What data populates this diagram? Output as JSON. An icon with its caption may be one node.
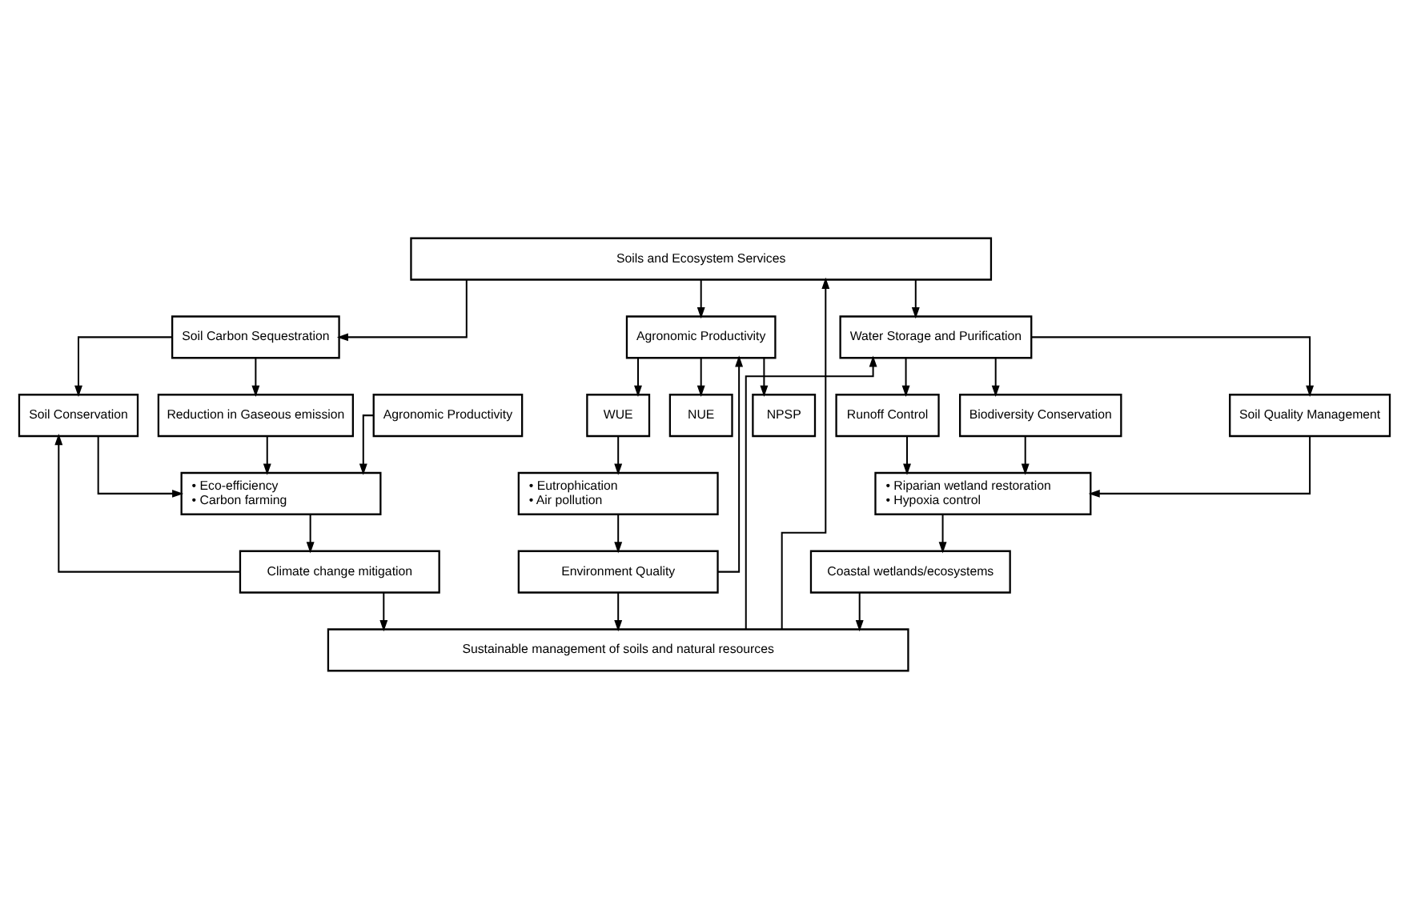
{
  "diagram": {
    "nodes": [
      {
        "text": [
          "Soils and Ecosystem Services"
        ]
      },
      {
        "text": [
          "Agronomic Productivity"
        ]
      },
      {
        "text": [
          "Soil Carbon Sequestration"
        ]
      },
      {
        "text": [
          "Water Storage and Purification"
        ]
      },
      {
        "text": [
          "Soil Conservation"
        ]
      },
      {
        "text": [
          "Agronomic Productivity"
        ]
      },
      {
        "text": [
          "Reduction in Gaseous emission"
        ]
      },
      {
        "text": [
          "NUE"
        ]
      },
      {
        "text": [
          "WUE"
        ]
      },
      {
        "text": [
          "NPSP"
        ]
      },
      {
        "text": [
          "Runoff Control"
        ]
      },
      {
        "text": [
          "Biodiversity Conservation"
        ]
      },
      {
        "text": [
          "Soil Quality Management"
        ]
      },
      {
        "text": [
          "• Eutrophication",
          "• Air pollution"
        ]
      },
      {
        "text": [
          "• Eco-efficiency",
          "• Carbon farming"
        ]
      },
      {
        "text": [
          "• Riparian wetland restoration",
          "• Hypoxia control"
        ]
      },
      {
        "text": [
          "Environment Quality"
        ]
      },
      {
        "text": [
          "Climate change mitigation"
        ]
      },
      {
        "text": [
          "Coastal wetlands/ecosystems"
        ]
      },
      {
        "text": [
          "Sustainable management of soils and natural resources"
        ]
      }
    ],
    "edges": [
      {
        "from": 0,
        "to": 1,
        "arrow": "to"
      },
      {
        "from": 0,
        "to": 2,
        "arrow": "to"
      },
      {
        "from": 0,
        "to": 3,
        "arrow": "to"
      },
      {
        "from": 19,
        "to": 0,
        "arrow": "to"
      },
      {
        "from": 19,
        "to": 3,
        "arrow": "to"
      },
      {
        "from": 1,
        "to": 7,
        "arrow": "to"
      },
      {
        "from": 1,
        "to": 8,
        "arrow": "to"
      },
      {
        "from": 1,
        "to": 9,
        "arrow": "to"
      },
      {
        "from": 2,
        "to": 4,
        "arrow": "to"
      },
      {
        "from": 2,
        "to": 6,
        "arrow": "to"
      },
      {
        "from": 3,
        "to": 10,
        "arrow": "to"
      },
      {
        "from": 3,
        "to": 11,
        "arrow": "to"
      },
      {
        "from": 3,
        "to": 12,
        "arrow": "to"
      },
      {
        "from": 8,
        "to": 13,
        "arrow": "to"
      },
      {
        "from": 13,
        "to": 16,
        "arrow": "to"
      },
      {
        "from": 16,
        "to": 1,
        "arrow": "to"
      },
      {
        "from": 4,
        "to": 14,
        "arrow": "to"
      },
      {
        "from": 5,
        "to": 14,
        "arrow": "to"
      },
      {
        "from": 6,
        "to": 14,
        "arrow": "to"
      },
      {
        "from": 14,
        "to": 17,
        "arrow": "to"
      },
      {
        "from": 17,
        "to": 4,
        "arrow": "to"
      },
      {
        "from": 10,
        "to": 15,
        "arrow": "to"
      },
      {
        "from": 11,
        "to": 15,
        "arrow": "to"
      },
      {
        "from": 12,
        "to": 15,
        "arrow": "to"
      },
      {
        "from": 15,
        "to": 18,
        "arrow": "to"
      },
      {
        "from": 16,
        "to": 19,
        "arrow": "to"
      },
      {
        "from": 17,
        "to": 19,
        "arrow": "to"
      },
      {
        "from": 18,
        "to": 19,
        "arrow": "to"
      }
    ]
  }
}
